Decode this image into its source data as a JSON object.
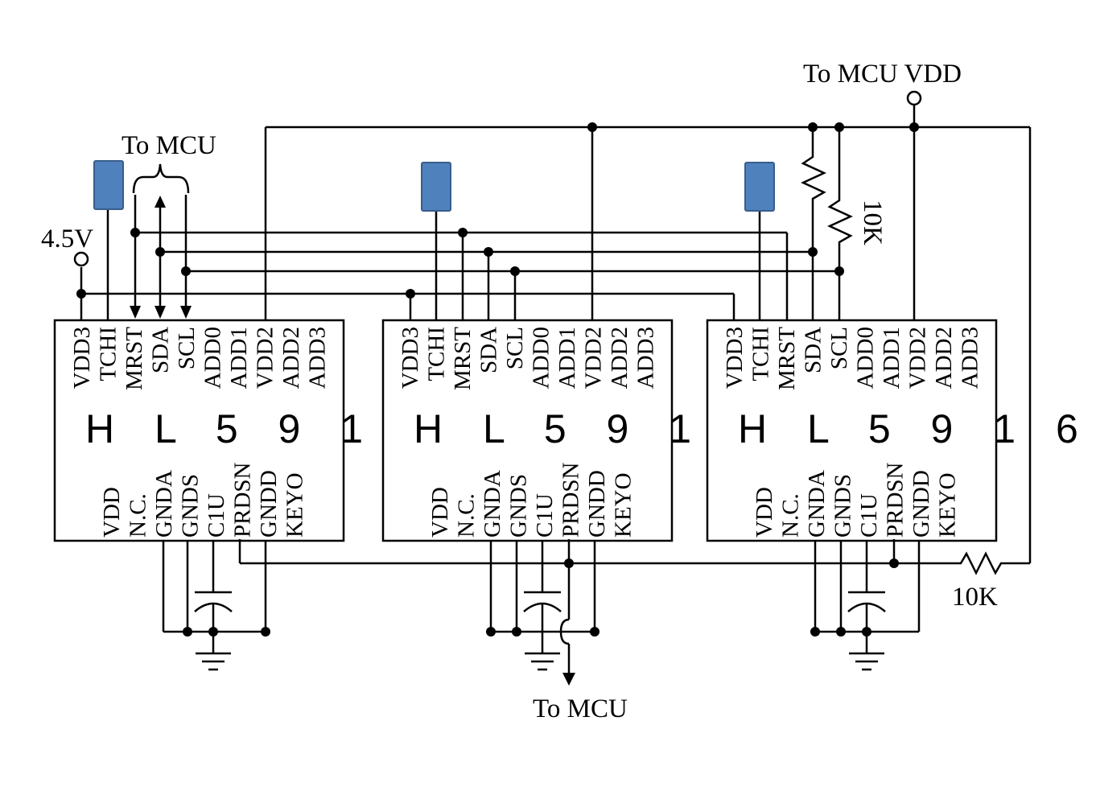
{
  "labels": {
    "to_mcu_vdd": "To MCU VDD",
    "to_mcu_top": "To MCU",
    "to_mcu_bottom": "To MCU",
    "supply": "4.5V",
    "resistor_pullup": "10K",
    "resistor_bottom": "10K"
  },
  "chip": {
    "name": "HL5916",
    "top_pins": [
      "VDD3",
      "TCHI",
      "MRST",
      "SDA",
      "SCL",
      "ADD0",
      "ADD1",
      "VDD2",
      "ADD2",
      "ADD3"
    ],
    "bottom_pins": [
      "VDD",
      "N.C.",
      "GNDA",
      "GNDS",
      "C1U",
      "PRDSN",
      "GNDD",
      "KEYO"
    ]
  },
  "chips": [
    {
      "id": "chip-1"
    },
    {
      "id": "chip-2"
    },
    {
      "id": "chip-3"
    }
  ]
}
